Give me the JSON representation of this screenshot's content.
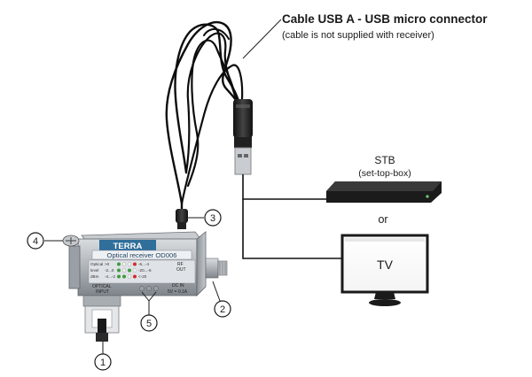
{
  "cable": {
    "title": "Cable USB A - USB micro connector",
    "note": "(cable is not supplied with receiver)"
  },
  "stb": {
    "name": "STB",
    "description": "(set-top-box)"
  },
  "or_label": "or",
  "tv": {
    "name": "TV"
  },
  "device": {
    "brand": "TERRA",
    "model": "Optical receiver OD006",
    "rows": [
      {
        "name": "Optical",
        "left": ">0",
        "right": "-6...-4"
      },
      {
        "name": "level",
        "left": "-2...0",
        "right": "-20...-6"
      },
      {
        "name": "dBm",
        "left": "-4...-2",
        "right": "<-20"
      }
    ],
    "optical_input": [
      "OPTICAL",
      "INPUT"
    ],
    "rf_out": [
      "RF",
      "OUT"
    ],
    "dc_in": [
      "DC IN",
      "5V = 0.1A"
    ]
  },
  "callouts": [
    "1",
    "2",
    "3",
    "4",
    "5"
  ],
  "colors": {
    "led_green": "#3d9b3d",
    "led_red": "#d42a2a",
    "led_off": "#f2f2f2",
    "brand_bar": "#2f6f9a",
    "stb_body": "#1b1b1b"
  }
}
